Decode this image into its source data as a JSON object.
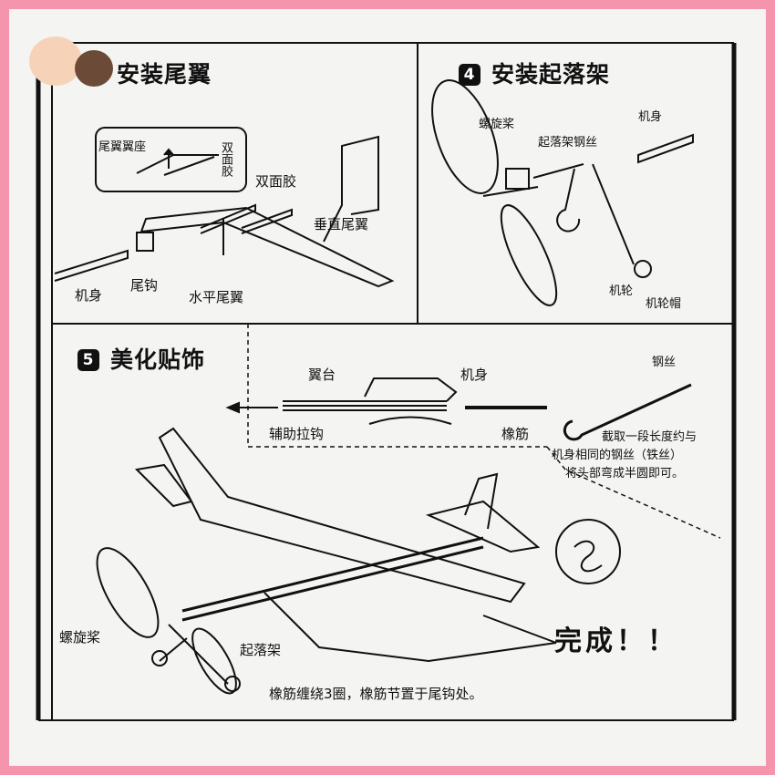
{
  "sections": {
    "s3": {
      "title": "安装尾翼",
      "labels": {
        "seat": "尾翼翼座",
        "tape_v": "双面胶",
        "tape": "双面胶",
        "vfin": "垂直尾翼",
        "body": "机身",
        "hook": "尾钩",
        "hstab": "水平尾翼"
      }
    },
    "s4": {
      "number": "4",
      "title": "安装起落架",
      "labels": {
        "prop": "螺旋桨",
        "gear_wire": "起落架钢丝",
        "body": "机身",
        "wheel": "机轮",
        "cap": "机轮帽"
      }
    },
    "s5": {
      "number": "5",
      "title": "美化贴饰",
      "labels": {
        "wing_mount": "翼台",
        "body": "机身",
        "aux_hook": "辅助拉钩",
        "rubber": "橡筋",
        "wire": "钢丝",
        "wire_note_1": "截取一段长度约与",
        "wire_note_2": "机身相同的钢丝（铁丝）",
        "wire_note_3": "将头部弯成半圆即可。",
        "prop": "螺旋桨",
        "gear": "起落架",
        "done": "完成！！",
        "footer": "橡筋缠绕3圈，橡筋节置于尾钩处。"
      }
    }
  },
  "colors": {
    "border": "#f595ad",
    "paper": "#f4f4f2",
    "ink": "#111111"
  }
}
